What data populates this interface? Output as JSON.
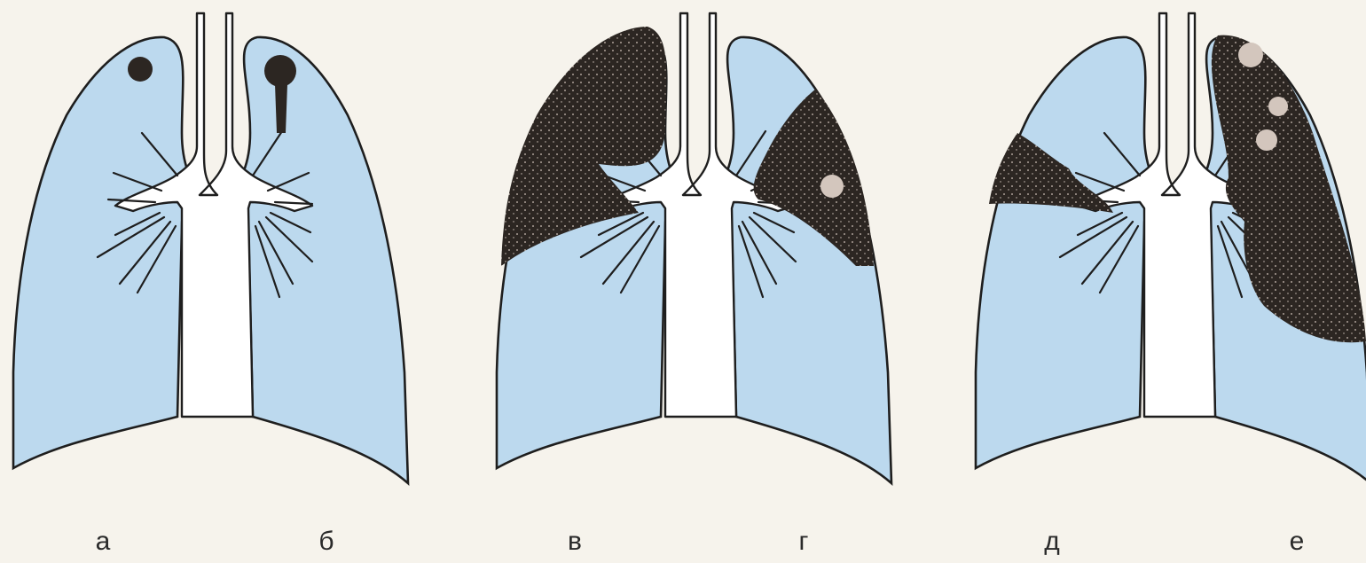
{
  "figure": {
    "labels": {
      "a": "а",
      "b": "б",
      "v": "в",
      "g": "г",
      "d": "д",
      "e": "е"
    },
    "colors": {
      "background": "#f6f3ec",
      "lung_fill": "#bcd9ee",
      "outline": "#1e1e1e",
      "lesion": "#2c2622",
      "cavity": "#d3c6bd"
    }
  }
}
